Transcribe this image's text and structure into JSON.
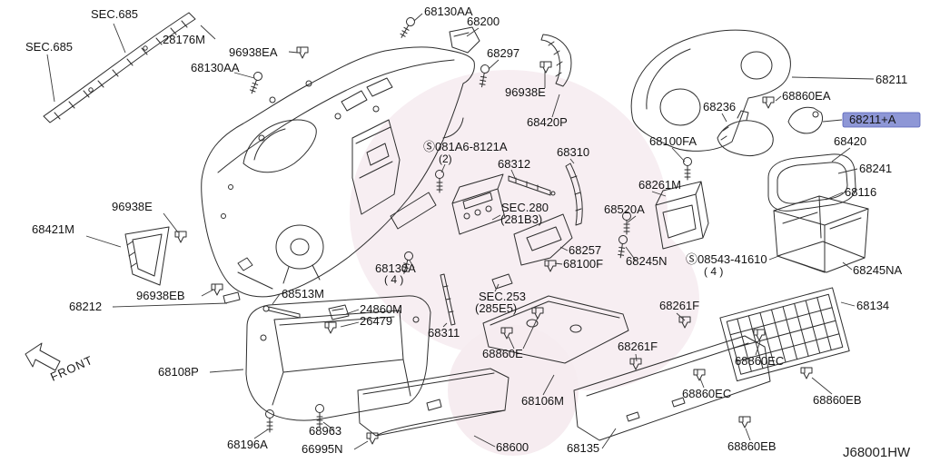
{
  "page": {
    "drawing_number": "J68001HW",
    "front_label": "FRONT"
  },
  "highlight": {
    "part": "68211+A",
    "color": "#8e97d6"
  },
  "labels": [
    {
      "id": "sec685-top",
      "text": "SEC.685"
    },
    {
      "id": "sec685-left",
      "text": "SEC.685"
    },
    {
      "id": "28176M",
      "text": "28176M"
    },
    {
      "id": "96938EA",
      "text": "96938EA"
    },
    {
      "id": "68130AA-top",
      "text": "68130AA"
    },
    {
      "id": "68200",
      "text": "68200"
    },
    {
      "id": "68130AA-left",
      "text": "68130AA"
    },
    {
      "id": "68297",
      "text": "68297"
    },
    {
      "id": "96938E-right",
      "text": "96938E"
    },
    {
      "id": "68420P",
      "text": "68420P"
    },
    {
      "id": "081A6-8121A",
      "text": "Ⓢ081A6-8121A"
    },
    {
      "id": "081A6-qty",
      "text": "(2)"
    },
    {
      "id": "68312",
      "text": "68312"
    },
    {
      "id": "68310",
      "text": "68310"
    },
    {
      "id": "sec280",
      "text": "SEC.280"
    },
    {
      "id": "sec280-sub",
      "text": "(281B3)"
    },
    {
      "id": "96938E-left",
      "text": "96938E"
    },
    {
      "id": "68421M",
      "text": "68421M"
    },
    {
      "id": "68100FA",
      "text": "68100FA"
    },
    {
      "id": "68236",
      "text": "68236"
    },
    {
      "id": "68860EA",
      "text": "68860EA"
    },
    {
      "id": "68211",
      "text": "68211"
    },
    {
      "id": "68211A",
      "text": "68211+A"
    },
    {
      "id": "68420",
      "text": "68420"
    },
    {
      "id": "68241",
      "text": "68241"
    },
    {
      "id": "68116",
      "text": "68116"
    },
    {
      "id": "68261M",
      "text": "68261M"
    },
    {
      "id": "68520A",
      "text": "68520A"
    },
    {
      "id": "68257",
      "text": "68257"
    },
    {
      "id": "68100F",
      "text": "68100F"
    },
    {
      "id": "68245N",
      "text": "68245N"
    },
    {
      "id": "08543-41610",
      "text": "Ⓢ08543-41610"
    },
    {
      "id": "08543-qty",
      "text": "( 4 )"
    },
    {
      "id": "68245NA",
      "text": "68245NA"
    },
    {
      "id": "96938EB",
      "text": "96938EB"
    },
    {
      "id": "68212",
      "text": "68212"
    },
    {
      "id": "68513M",
      "text": "68513M"
    },
    {
      "id": "24860M",
      "text": "24860M"
    },
    {
      "id": "26479",
      "text": "26479"
    },
    {
      "id": "68130A",
      "text": "68130A"
    },
    {
      "id": "68130A-qty",
      "text": "( 4 )"
    },
    {
      "id": "sec253",
      "text": "SEC.253"
    },
    {
      "id": "sec253-sub",
      "text": "(285E5)"
    },
    {
      "id": "68311",
      "text": "68311"
    },
    {
      "id": "68860E",
      "text": "68860E"
    },
    {
      "id": "68106M",
      "text": "68106M"
    },
    {
      "id": "68108P",
      "text": "68108P"
    },
    {
      "id": "68196A",
      "text": "68196A"
    },
    {
      "id": "68963",
      "text": "68963"
    },
    {
      "id": "66995N",
      "text": "66995N"
    },
    {
      "id": "68600",
      "text": "68600"
    },
    {
      "id": "68135",
      "text": "68135"
    },
    {
      "id": "68261F-a",
      "text": "68261F"
    },
    {
      "id": "68261F-b",
      "text": "68261F"
    },
    {
      "id": "68860EC-a",
      "text": "68860EC"
    },
    {
      "id": "68860EC-b",
      "text": "68860EC"
    },
    {
      "id": "68860EB-a",
      "text": "68860EB"
    },
    {
      "id": "68860EB-b",
      "text": "68860EB"
    },
    {
      "id": "68134",
      "text": "68134"
    }
  ]
}
